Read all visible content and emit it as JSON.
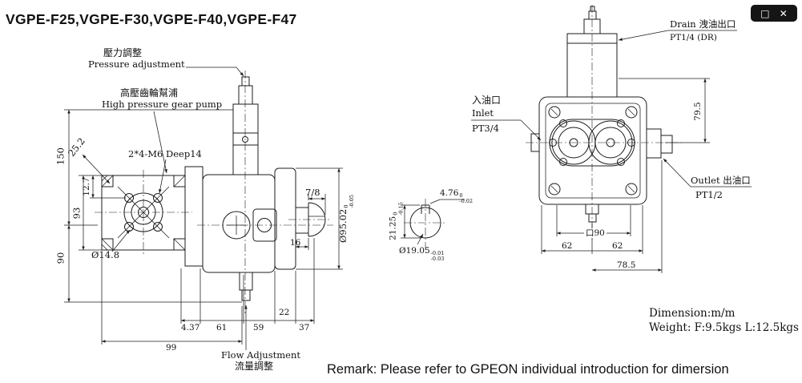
{
  "title": "VGPE-F25,VGPE-F30,VGPE-F40,VGPE-F47",
  "window": {
    "maximize_icon": "□",
    "close_icon": "✕"
  },
  "left_view": {
    "labels": {
      "pressure_zh": "壓力調整",
      "pressure_en": "Pressure adjustment",
      "gear_pump_zh": "高壓齒輪幫浦",
      "gear_pump_en": "High pressure gear pump",
      "thread_note": "2*4-M6 Deep14",
      "flow_en": "Flow Adjustment",
      "flow_zh": "流量調整"
    },
    "dims": {
      "diag": "25.2",
      "overall_height": "150",
      "top_offset": "12.7",
      "gear_height": "93",
      "lower_height": "90",
      "bolt_hole": "Ø14.8",
      "shaft": "7/8",
      "pilot": "Ø95.02",
      "pilot_tol_top": "0",
      "pilot_tol_bot": "-0.05",
      "flange_to_shaft": "16",
      "flange_width": "22",
      "l1": "4.37",
      "l2": "61",
      "l3": "59",
      "l4": "37",
      "l_total": "99"
    }
  },
  "section_view": {
    "key_height": "21.25",
    "key_height_tol_top": "0",
    "key_height_tol_bot": "-0.15",
    "key_width": "4.76",
    "key_width_tol_top": "0",
    "key_width_tol_bot": "-0.02",
    "shaft_dia": "Ø19.05",
    "shaft_dia_tol_top": "-0.01",
    "shaft_dia_tol_bot": "-0.03"
  },
  "front_view": {
    "labels": {
      "drain": "Drain 洩油出口",
      "drain_port": "PT1/4 (DR)",
      "inlet_zh": "入油口",
      "inlet_en": "Inlet",
      "inlet_port": "PT3/4",
      "outlet": "Outlet 出油口",
      "outlet_port": "PT1/2"
    },
    "dims": {
      "drain_height": "79.5",
      "square": "口90",
      "left_half": "62",
      "right_half": "62",
      "depth": "78.5"
    }
  },
  "notes": {
    "unit": "Dimension:m/m",
    "weight": "Weight: F:9.5kgs L:12.5kgs",
    "remark": "Remark: Please refer to GPEON individual introduction for dimersion"
  }
}
